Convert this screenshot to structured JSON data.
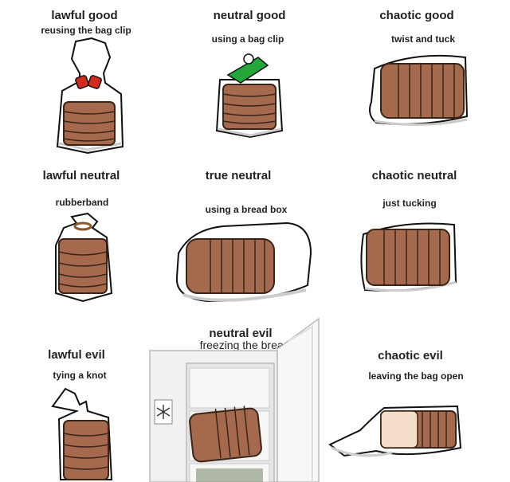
{
  "grid": [
    {
      "key": "lg",
      "title": "lawful good",
      "subtitle": "reusing the bag clip"
    },
    {
      "key": "ng",
      "title": "neutral good",
      "subtitle": "using a bag clip"
    },
    {
      "key": "cg",
      "title": "chaotic good",
      "subtitle": "twist and tuck"
    },
    {
      "key": "ln",
      "title": "lawful neutral",
      "subtitle": "rubberband"
    },
    {
      "key": "tn",
      "title": "true neutral",
      "subtitle": "using a bread box"
    },
    {
      "key": "cn",
      "title": "chaotic neutral",
      "subtitle": "just tucking"
    },
    {
      "key": "le",
      "title": "lawful evil",
      "subtitle": "tying a knot"
    },
    {
      "key": "ne",
      "title": "neutral evil",
      "subtitle": "freezing the bread"
    },
    {
      "key": "ce",
      "title": "chaotic evil",
      "subtitle": "leaving the bag open"
    }
  ],
  "colors": {
    "bread": "#a56a4e",
    "bread_line": "#3a2418",
    "crumb": "#f3dcc8",
    "clip_red": "#d42a1e",
    "clip_green": "#23a63a",
    "bag_line": "#111111",
    "bag_shadow": "#d0d0d0"
  },
  "icons": [
    "bag-clip-icon",
    "rubberband-icon",
    "bread-box-icon",
    "freezer-icon",
    "snowflake-icon"
  ]
}
